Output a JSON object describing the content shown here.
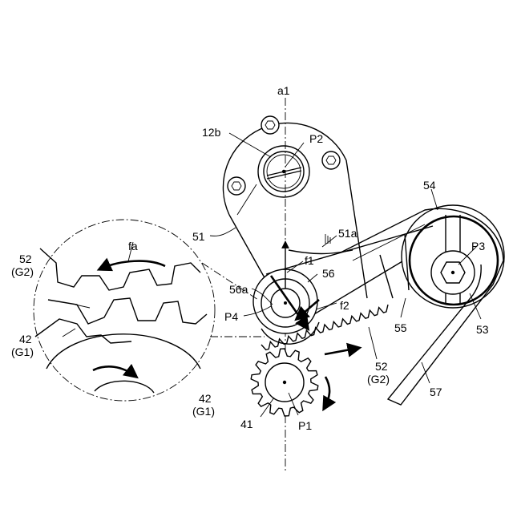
{
  "labels": {
    "a1": "a1",
    "b12": "12b",
    "p2": "P2",
    "n51": "51",
    "n51a": "51a",
    "f1": "f1",
    "n56": "56",
    "n56a": "56a",
    "f2": "f2",
    "p4": "P4",
    "n54": "54",
    "p3": "P3",
    "n53": "53",
    "n55": "55",
    "n52": "52",
    "g2": "(G2)",
    "n57": "57",
    "n42": "42",
    "g1": "(G1)",
    "n41": "41",
    "p1": "P1",
    "fa": "fa",
    "n52_inset": "52",
    "g2_inset": "(G2)",
    "n42_inset": "42",
    "g1_inset": "(G1)"
  }
}
